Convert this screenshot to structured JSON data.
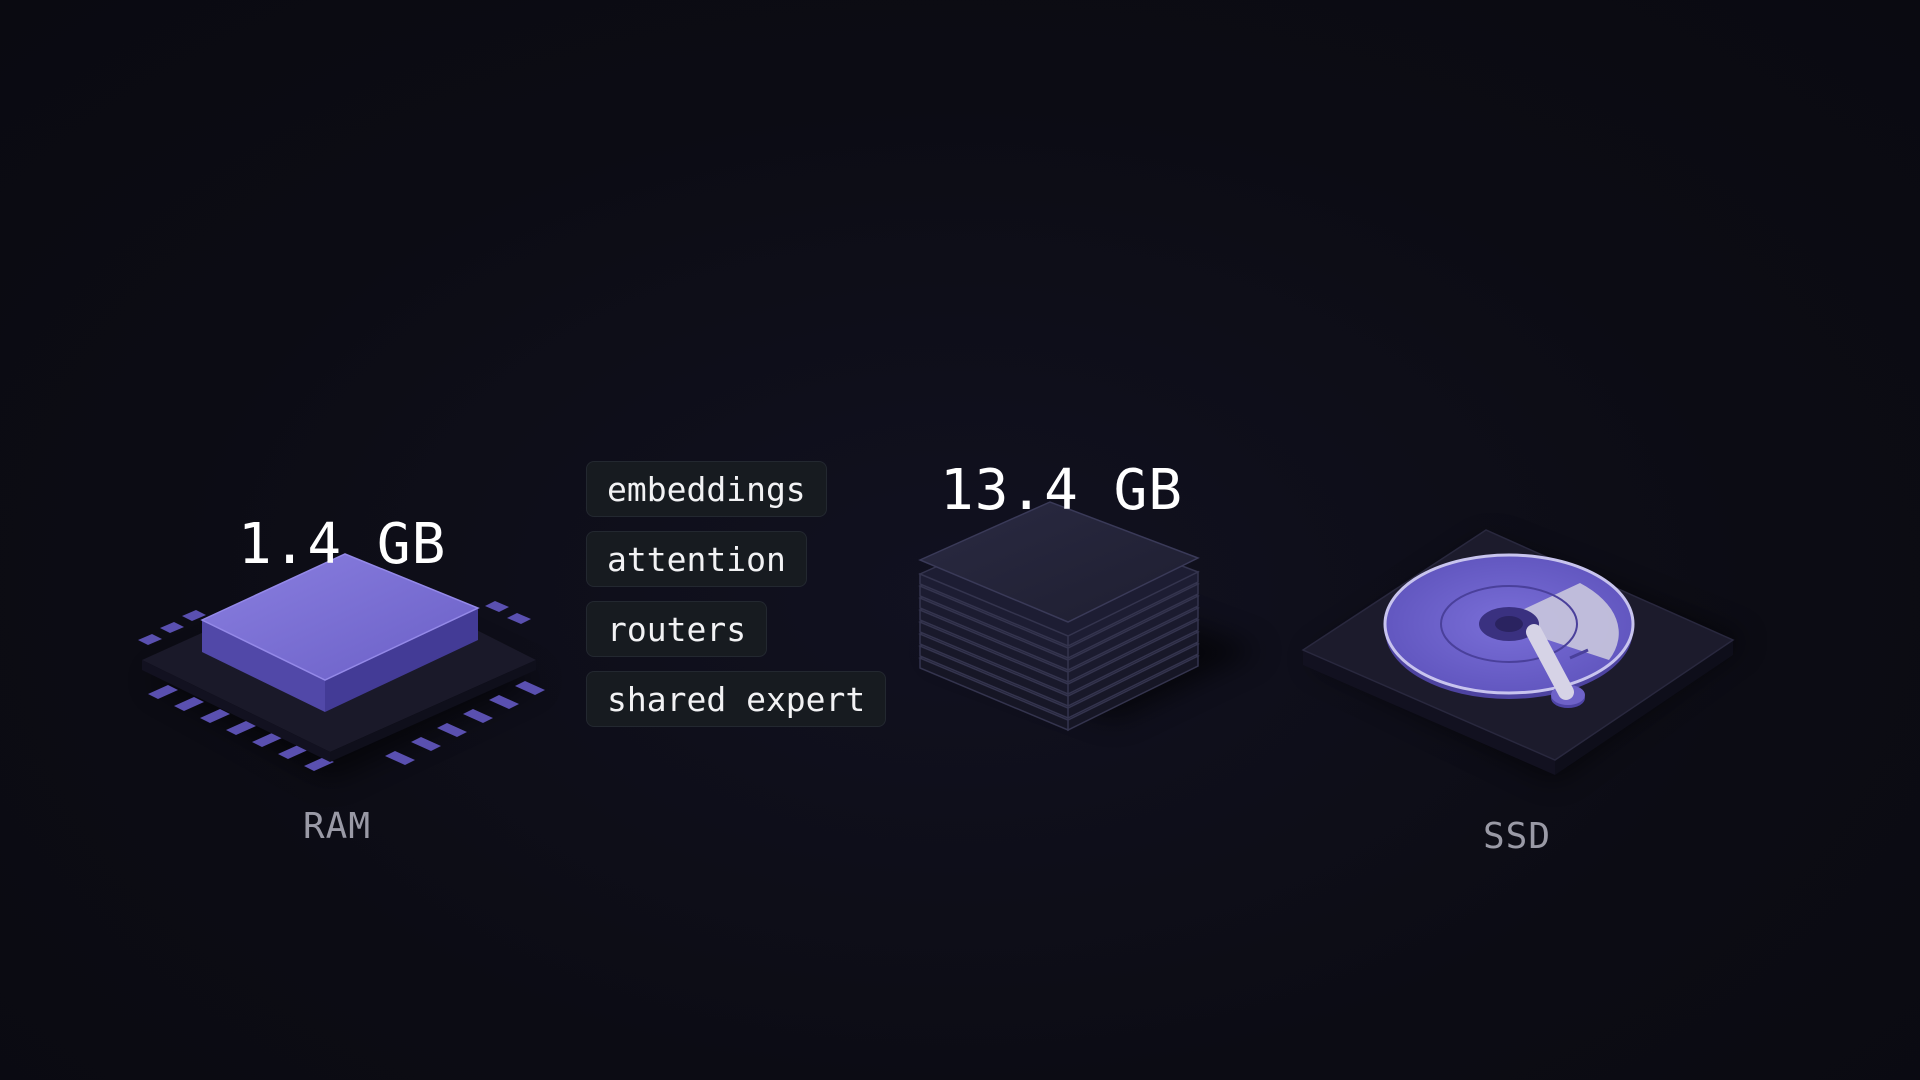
{
  "ram": {
    "size_label": "1.4 GB",
    "device_label": "RAM"
  },
  "model_layers": [
    {
      "label": "embeddings"
    },
    {
      "label": "attention"
    },
    {
      "label": "routers"
    },
    {
      "label": "shared expert"
    }
  ],
  "experts": {
    "size_label": "13.4 GB"
  },
  "ssd": {
    "device_label": "SSD"
  },
  "colors": {
    "background": "#0c0c14",
    "accent_purple": "#6e62c8",
    "dark_slate": "#1c1b2c",
    "text_white": "#ffffff",
    "text_gray": "#9a9aa6"
  },
  "icons": {
    "ram": "memory-chip-icon",
    "experts": "stacked-layers-icon",
    "ssd": "disk-drive-icon"
  }
}
